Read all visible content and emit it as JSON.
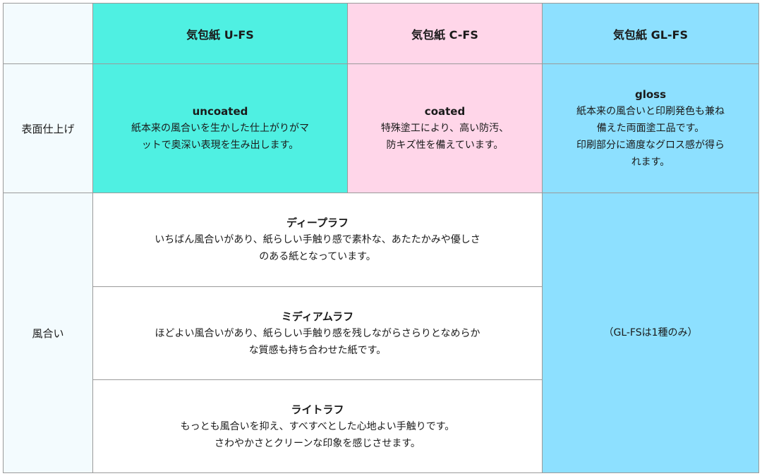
{
  "header": {
    "corner": "",
    "ufs": "気包紙 U-FS",
    "cfs": "気包紙 C-FS",
    "glfs": "気包紙 GL-FS"
  },
  "surface": {
    "label": "表面仕上げ",
    "ufs": {
      "title": "uncoated",
      "desc": "紙本来の風合いを生かした仕上がりがマ\nットで奥深い表現を生み出します。"
    },
    "cfs": {
      "title": "coated",
      "desc": "特殊塗工により、高い防汚、\n防キズ性を備えています。"
    },
    "glfs": {
      "title": "gloss",
      "desc": "紙本来の風合いと印刷発色も兼ね\n備えた両面塗工品です。\n印刷部分に適度なグロス感が得ら\nれます。"
    }
  },
  "texture": {
    "label": "風合い",
    "deep": {
      "title": "ディープラフ",
      "desc": "いちばん風合いがあり、紙らしい手触り感で素朴な、あたたかみや優しさ\nのある紙となっています。"
    },
    "medium": {
      "title": "ミディアムラフ",
      "desc": "ほどよい風合いがあり、紙らしい手触り感を残しながらさらりとなめらか\nな質感も持ち合わせた紙です。"
    },
    "light": {
      "title": "ライトラフ",
      "desc": "もっとも風合いを抑え、すべすべとした心地よい手触りです。\nさわやかさとクリーンな印象を感じさせます。"
    },
    "glfs_note": "（GL-FSは1種のみ）"
  },
  "colors": {
    "ufs": "#4ff0e2",
    "cfs": "#ffd6e9",
    "glfs": "#8de0ff",
    "rowhead": "#f3fbfe",
    "border": "#9a9a9a"
  }
}
